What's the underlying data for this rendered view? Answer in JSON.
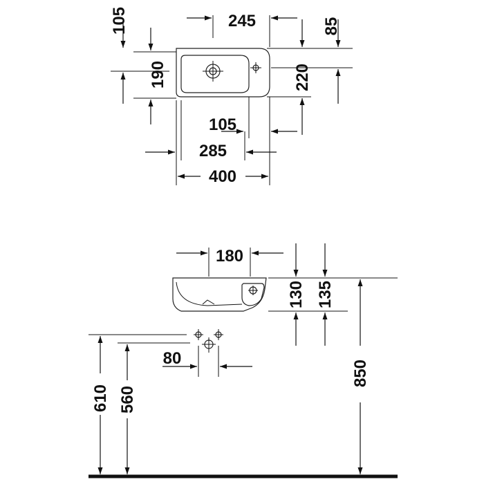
{
  "dimensions": {
    "top_view": {
      "left_offset": "105",
      "tap_offset": "245",
      "right_offset": "85",
      "inner_depth": "190",
      "outer_depth": "220",
      "drain_offset": "105",
      "inner_width": "285",
      "overall_width": "400"
    },
    "side_view": {
      "drain_distance": "180",
      "bowl_height": "130",
      "rim_height": "135",
      "install_height": "850",
      "supply_spacing": "80",
      "supply_height": "610",
      "waste_height": "560"
    }
  }
}
